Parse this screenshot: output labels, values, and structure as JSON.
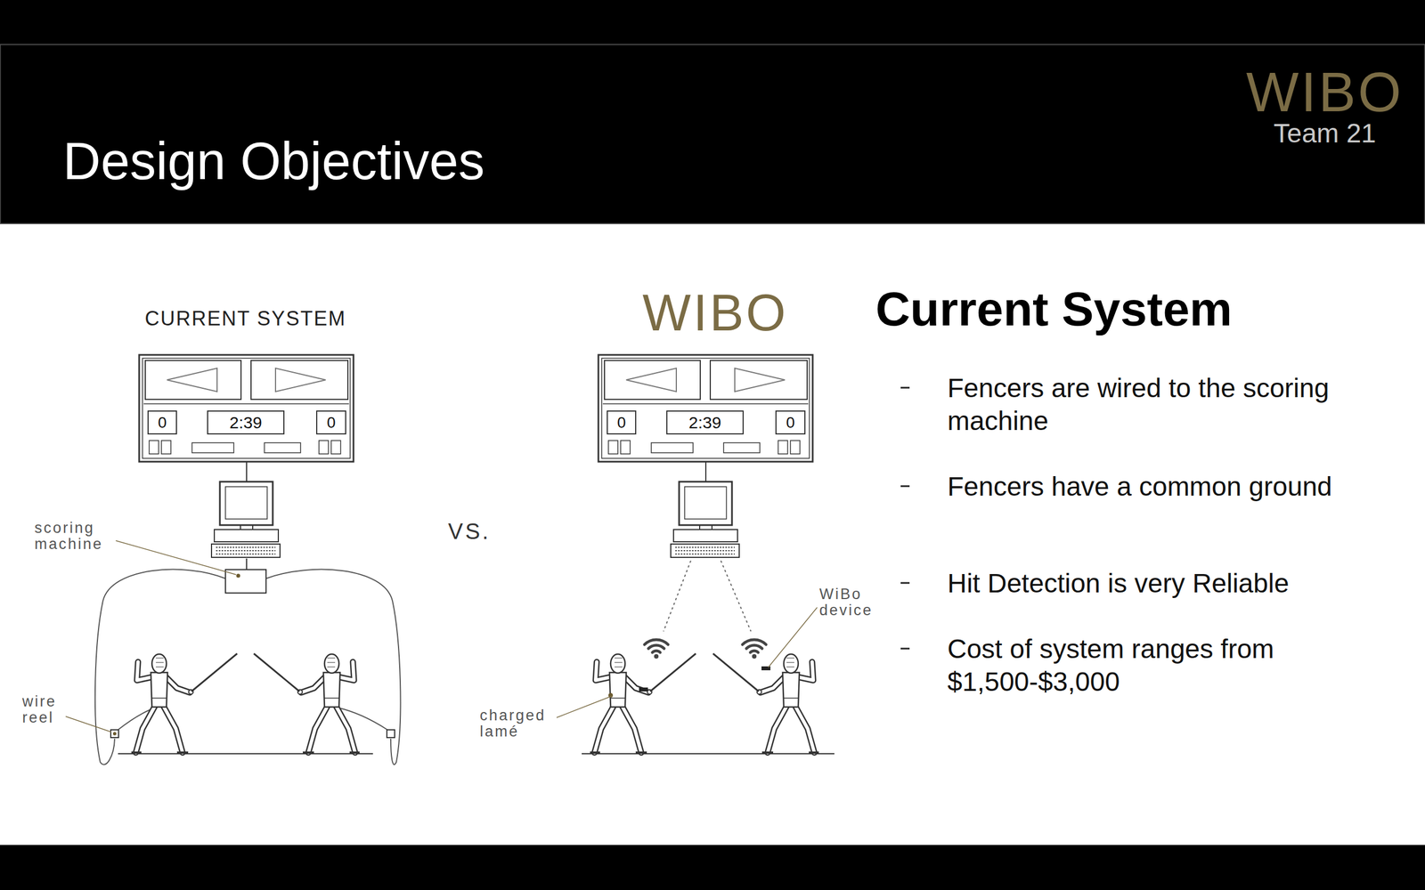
{
  "diagram": {
    "title": "Design Objectives",
    "nodes": [
      {
        "text": [
          "0"
        ]
      },
      {
        "text": [
          "2:39"
        ]
      },
      {
        "text": [
          "0"
        ]
      },
      {
        "text": [
          "0"
        ]
      },
      {
        "text": [
          "2:39"
        ]
      },
      {
        "text": [
          "0"
        ]
      }
    ],
    "labels": [
      "WIBO",
      "Team 21",
      "CURRENT SYSTEM",
      "scoring machine",
      "wire reel",
      "VS.",
      "WIBO",
      "WiBo device",
      "charged lamé",
      "Current System",
      "Fencers are wired to the scoring machine",
      "Fencers have a common ground",
      "Hit Detection is very Reliable",
      "Cost of system ranges from $1,500-$3,000"
    ]
  }
}
